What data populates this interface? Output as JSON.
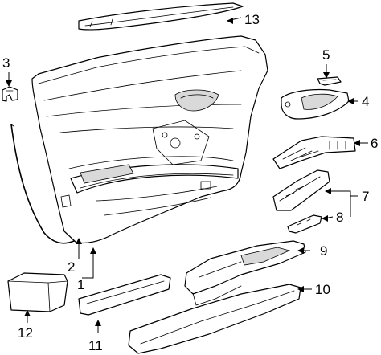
{
  "callouts": [
    {
      "id": "c1",
      "label": "1"
    },
    {
      "id": "c2",
      "label": "2"
    },
    {
      "id": "c3",
      "label": "3"
    },
    {
      "id": "c4",
      "label": "4"
    },
    {
      "id": "c5",
      "label": "5"
    },
    {
      "id": "c6",
      "label": "6"
    },
    {
      "id": "c7",
      "label": "7"
    },
    {
      "id": "c8",
      "label": "8"
    },
    {
      "id": "c9",
      "label": "9"
    },
    {
      "id": "c10",
      "label": "10"
    },
    {
      "id": "c11",
      "label": "11"
    },
    {
      "id": "c12",
      "label": "12"
    },
    {
      "id": "c13",
      "label": "13"
    }
  ],
  "colors": {
    "line": "#000000",
    "background": "#ffffff",
    "shade": "#d9d9d9"
  }
}
